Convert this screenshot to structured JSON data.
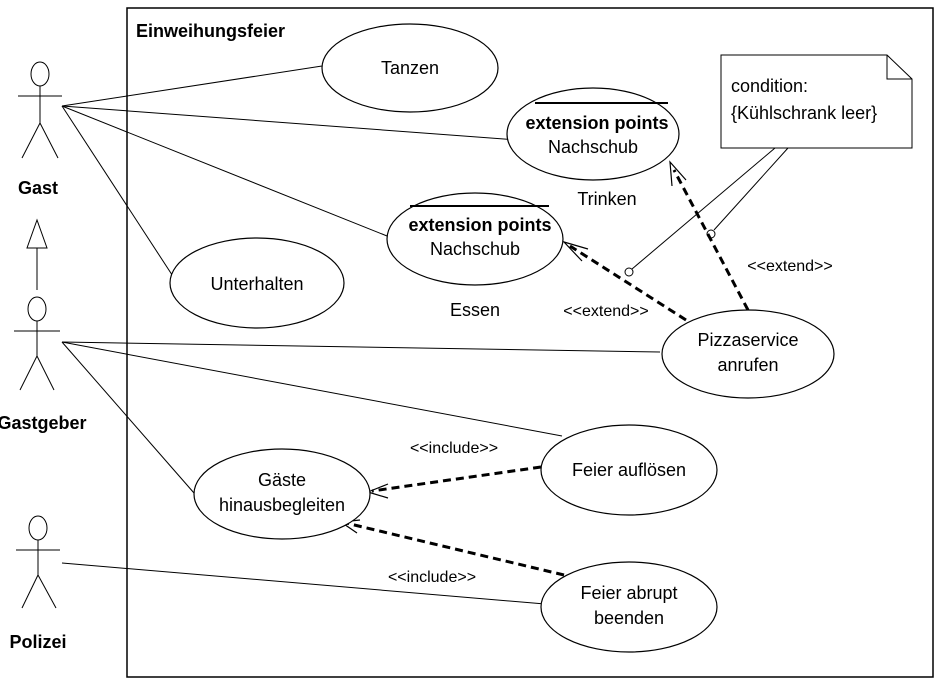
{
  "system": {
    "title": "Einweihungsfeier"
  },
  "actors": {
    "gast": "Gast",
    "gastgeber": "Gastgeber",
    "polizei": "Polizei"
  },
  "usecases": {
    "tanzen": "Tanzen",
    "trinken": {
      "name": "Trinken",
      "ext_header": "extension points",
      "ext_point": "Nachschub"
    },
    "essen": {
      "name": "Essen",
      "ext_header": "extension points",
      "ext_point": "Nachschub"
    },
    "unterhalten": "Unterhalten",
    "pizzaservice": [
      "Pizzaservice",
      "anrufen"
    ],
    "feier_aufloesen": "Feier auflösen",
    "gaeste": [
      "Gäste",
      "hinausbegleiten"
    ],
    "feier_abrupt": [
      "Feier abrupt",
      "beenden"
    ]
  },
  "stereotypes": {
    "extend_1": "<<extend>>",
    "extend_2": "<<extend>>",
    "include_1": "<<include>>",
    "include_2": "<<include>>"
  },
  "note": {
    "line1": "condition:",
    "line2": "{Kühlschrank leer}"
  }
}
